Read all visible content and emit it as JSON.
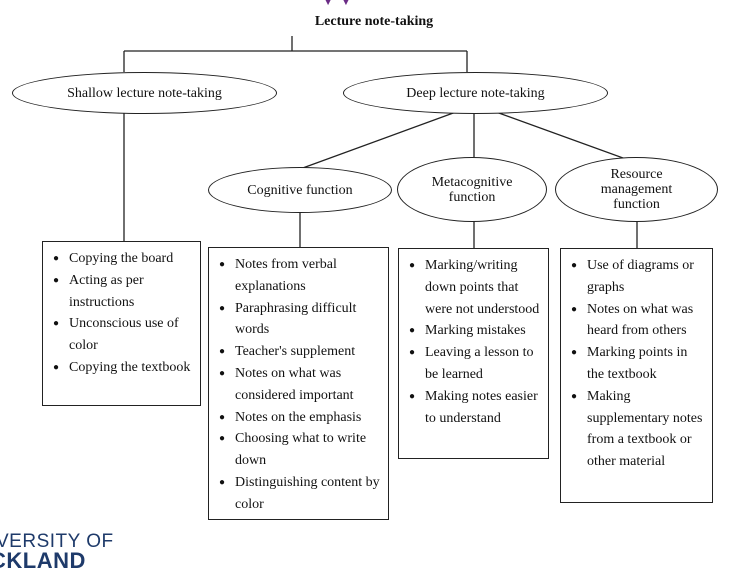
{
  "title": "Lecture note-taking",
  "nodes": {
    "shallow": "Shallow lecture note-taking",
    "deep": "Deep lecture note-taking",
    "cognitive": "Cognitive function",
    "metacognitive": "Metacognitive function",
    "resource": "Resource management function"
  },
  "lists": {
    "shallow": [
      "Copying the board",
      "Acting as per instructions",
      "Unconscious use of color",
      "Copying the textbook"
    ],
    "cognitive": [
      "Notes from verbal explanations",
      "Paraphrasing difficult words",
      "Teacher's supplement",
      "Notes on what was considered important",
      "Notes on the emphasis",
      "Choosing what to write down",
      "Distinguishing content by color"
    ],
    "metacognitive": [
      "Marking/writing down points that were not understood",
      "Marking mistakes",
      "Leaving a lesson to be learned",
      "Making notes easier to understand"
    ],
    "resource": [
      "Use of diagrams or graphs",
      "Notes on what was heard from others",
      "Marking points in the textbook",
      "Making supplementary notes from a textbook or other material"
    ]
  },
  "branding": {
    "line1": "VERSITY OF",
    "line2": "CKLAND"
  }
}
